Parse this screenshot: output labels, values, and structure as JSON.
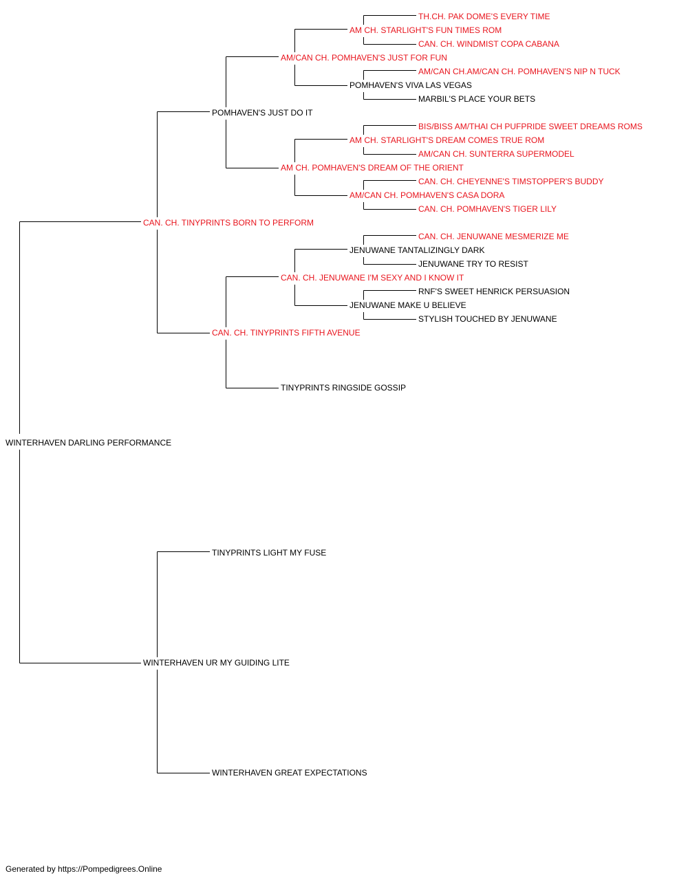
{
  "colors": {
    "champion": "#e8141d",
    "normal": "#000000",
    "line": "#000000"
  },
  "pedigree": {
    "subject": {
      "name": "WINTERHAVEN DARLING PERFORMANCE",
      "champion": false
    },
    "sire": {
      "name": "CAN. CH. TINYPRINTS BORN TO PERFORM",
      "champion": true
    },
    "dam": {
      "name": "WINTERHAVEN UR MY GUIDING LITE",
      "champion": false
    },
    "ss": {
      "name": "POMHAVEN'S JUST DO IT",
      "champion": false
    },
    "sd": {
      "name": "CAN. CH. TINYPRINTS FIFTH AVENUE",
      "champion": true
    },
    "ds": {
      "name": "TINYPRINTS LIGHT MY FUSE",
      "champion": false
    },
    "dd": {
      "name": "WINTERHAVEN GREAT EXPECTATIONS",
      "champion": false
    },
    "sss": {
      "name": "AM/CAN CH. POMHAVEN'S JUST FOR FUN",
      "champion": true
    },
    "ssd": {
      "name": "AM CH. POMHAVEN'S DREAM OF THE ORIENT",
      "champion": true
    },
    "sds": {
      "name": "CAN. CH. JENUWANE I'M SEXY AND I KNOW IT",
      "champion": true
    },
    "sdd": {
      "name": "TINYPRINTS RINGSIDE GOSSIP",
      "champion": false
    },
    "ssss": {
      "name": "AM CH. STARLIGHT'S FUN TIMES ROM",
      "champion": true
    },
    "sssd": {
      "name": "POMHAVEN'S VIVA LAS VEGAS",
      "champion": false
    },
    "ssds": {
      "name": "AM CH. STARLIGHT'S DREAM COMES TRUE ROM",
      "champion": true
    },
    "ssdd": {
      "name": "AM/CAN CH. POMHAVEN'S CASA DORA",
      "champion": true
    },
    "sdss": {
      "name": "JENUWANE TANTALIZINGLY DARK",
      "champion": false
    },
    "sdsd": {
      "name": "JENUWANE MAKE U BELIEVE",
      "champion": false
    },
    "sssss": {
      "name": "TH.CH. PAK DOME'S EVERY TIME",
      "champion": true
    },
    "ssssd": {
      "name": "CAN. CH. WINDMIST COPA CABANA",
      "champion": true
    },
    "sssds": {
      "name": "AM/CAN CH.AM/CAN CH. POMHAVEN'S NIP N TUCK",
      "champion": true
    },
    "sssdd": {
      "name": "MARBIL'S PLACE YOUR BETS",
      "champion": false
    },
    "ssdss": {
      "name": "BIS/BISS AM/THAI CH PUFPRIDE SWEET DREAMS ROMS",
      "champion": true
    },
    "ssdsd": {
      "name": "AM/CAN CH. SUNTERRA SUPERMODEL",
      "champion": true
    },
    "ssdds": {
      "name": "CAN. CH. CHEYENNE'S TIMSTOPPER'S BUDDY",
      "champion": true
    },
    "ssddd": {
      "name": "CAN. CH. POMHAVEN'S TIGER LILY",
      "champion": true
    },
    "sdsss": {
      "name": "CAN. CH. JENUWANE MESMERIZE ME",
      "champion": true
    },
    "sdssd": {
      "name": "JENUWANE TRY TO RESIST",
      "champion": false
    },
    "sdsds": {
      "name": "RNF'S SWEET HENRICK PERSUASION",
      "champion": false
    },
    "sdsdd": {
      "name": "STYLISH TOUCHED BY JENUWANE",
      "champion": false
    }
  },
  "footer": {
    "text": "Generated by https://Pompedigrees.Online"
  }
}
